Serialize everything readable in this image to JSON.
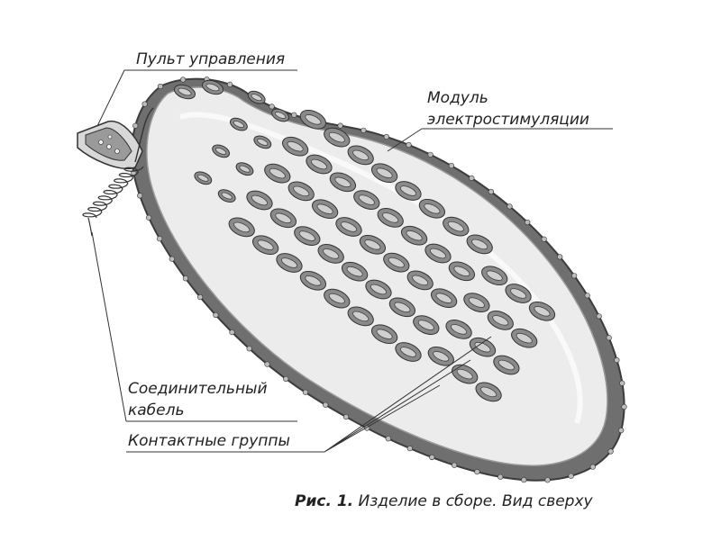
{
  "labels": {
    "remote": "Пульт управления",
    "module_line1": "Модуль",
    "module_line2": "электростимуляции",
    "cable_line1": "Соединительный",
    "cable_line2": "кабель",
    "contacts": "Контактные группы"
  },
  "caption": {
    "bold": "Рис. 1.",
    "text": " Изделие в сборе. Вид сверху"
  },
  "colors": {
    "rim": "#6f6f6f",
    "rim_dark": "#4a4a4a",
    "body": "#e9e9e9",
    "pad_outer": "#8a8a8a",
    "pad_inner": "#cfcfcf",
    "rivet": "#bdbdbd",
    "text": "#222222"
  }
}
